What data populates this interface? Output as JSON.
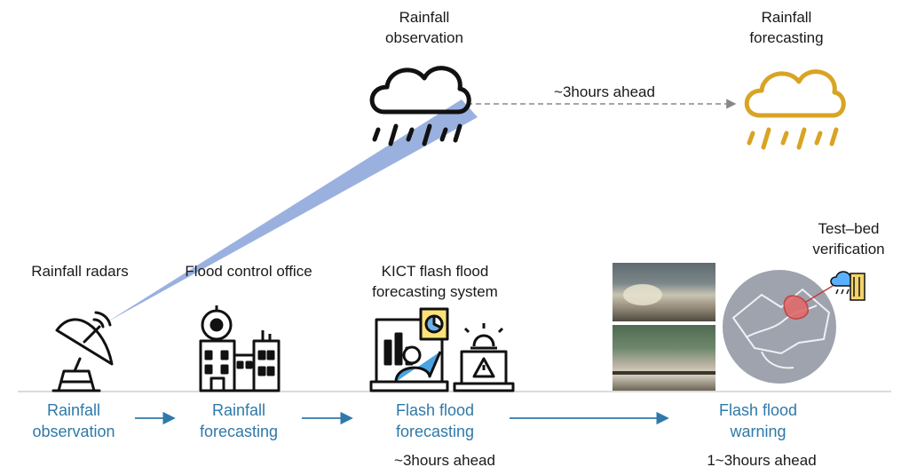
{
  "top": {
    "observation_title": [
      "Rainfall",
      "observation"
    ],
    "forecast_title": [
      "Rainfall",
      "forecasting"
    ],
    "lead_time": "~3hours ahead"
  },
  "components": {
    "radars": "Rainfall radars",
    "office": "Flood control office",
    "system": [
      "KICT flash flood",
      "forecasting system"
    ],
    "testbed": [
      "Test–bed",
      "verification"
    ]
  },
  "flow": {
    "step1": [
      "Rainfall",
      "observation"
    ],
    "step2": [
      "Rainfall",
      "forecasting"
    ],
    "step3": [
      "Flash flood",
      "forecasting"
    ],
    "step4": [
      "Flash flood",
      "warning"
    ],
    "step3_lead": "~3hours ahead",
    "step4_lead": "1~3hours ahead"
  },
  "colors": {
    "flow_text": "#2f79a8",
    "forecast_cloud": "#d9a424",
    "radar_beam": "#8fa8dc",
    "map_circle": "#9ea3ad"
  },
  "icons": [
    "cloud-rain-icon",
    "cloud-rain-forecast-icon",
    "radar-dish-icon",
    "office-building-icon",
    "forecaster-monitor-icon",
    "warning-laptop-icon",
    "flood-photo",
    "watershed-map",
    "weather-station-icon"
  ]
}
